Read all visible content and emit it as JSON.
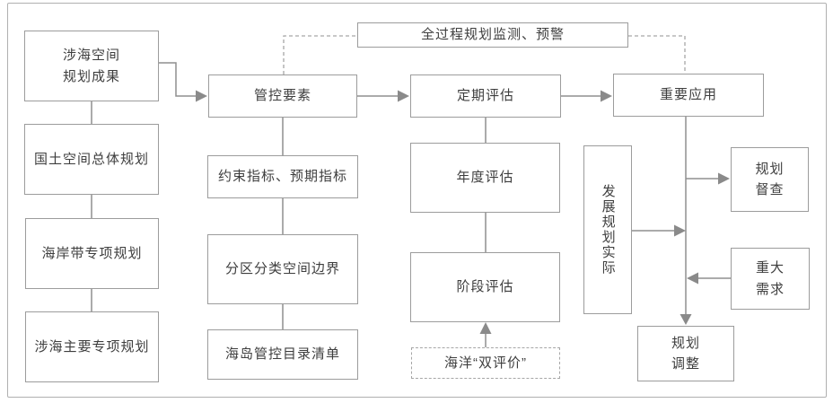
{
  "diagram": {
    "monitor_box": {
      "label": "全过程规划监测、预警"
    },
    "source_column": {
      "items": [
        {
          "label": "涉海空间\n规划成果"
        },
        {
          "label": "国土空间总体规划"
        },
        {
          "label": "海岸带专项规划"
        },
        {
          "label": "涉海主要专项规划"
        }
      ]
    },
    "main_flow": {
      "control_elements": "管控要素",
      "periodic_evaluation": "定期评估",
      "important_application": "重要应用"
    },
    "control_column": {
      "items": [
        {
          "label": "约束指标、预期指标"
        },
        {
          "label": "分区分类空间边界"
        },
        {
          "label": "海岛管控目录清单"
        }
      ]
    },
    "evaluation_column": {
      "items": [
        {
          "label": "年度评估"
        },
        {
          "label": "阶段评估"
        }
      ],
      "double_evaluation": "海洋“双评价”"
    },
    "application_side": {
      "development_reality": "发展规划实际",
      "planning_supervision": "规划\n督查",
      "major_demand": "重大\n需求",
      "planning_adjustment": "规划\n调整"
    },
    "colors": {
      "line": "#8f8f8f",
      "arrow": "#8a8a8a",
      "box_border": "#9c9c9c",
      "dashed_line": "#a6a6a6",
      "text": "#3e3e3e",
      "frame_border": "#b0b0b0"
    }
  }
}
